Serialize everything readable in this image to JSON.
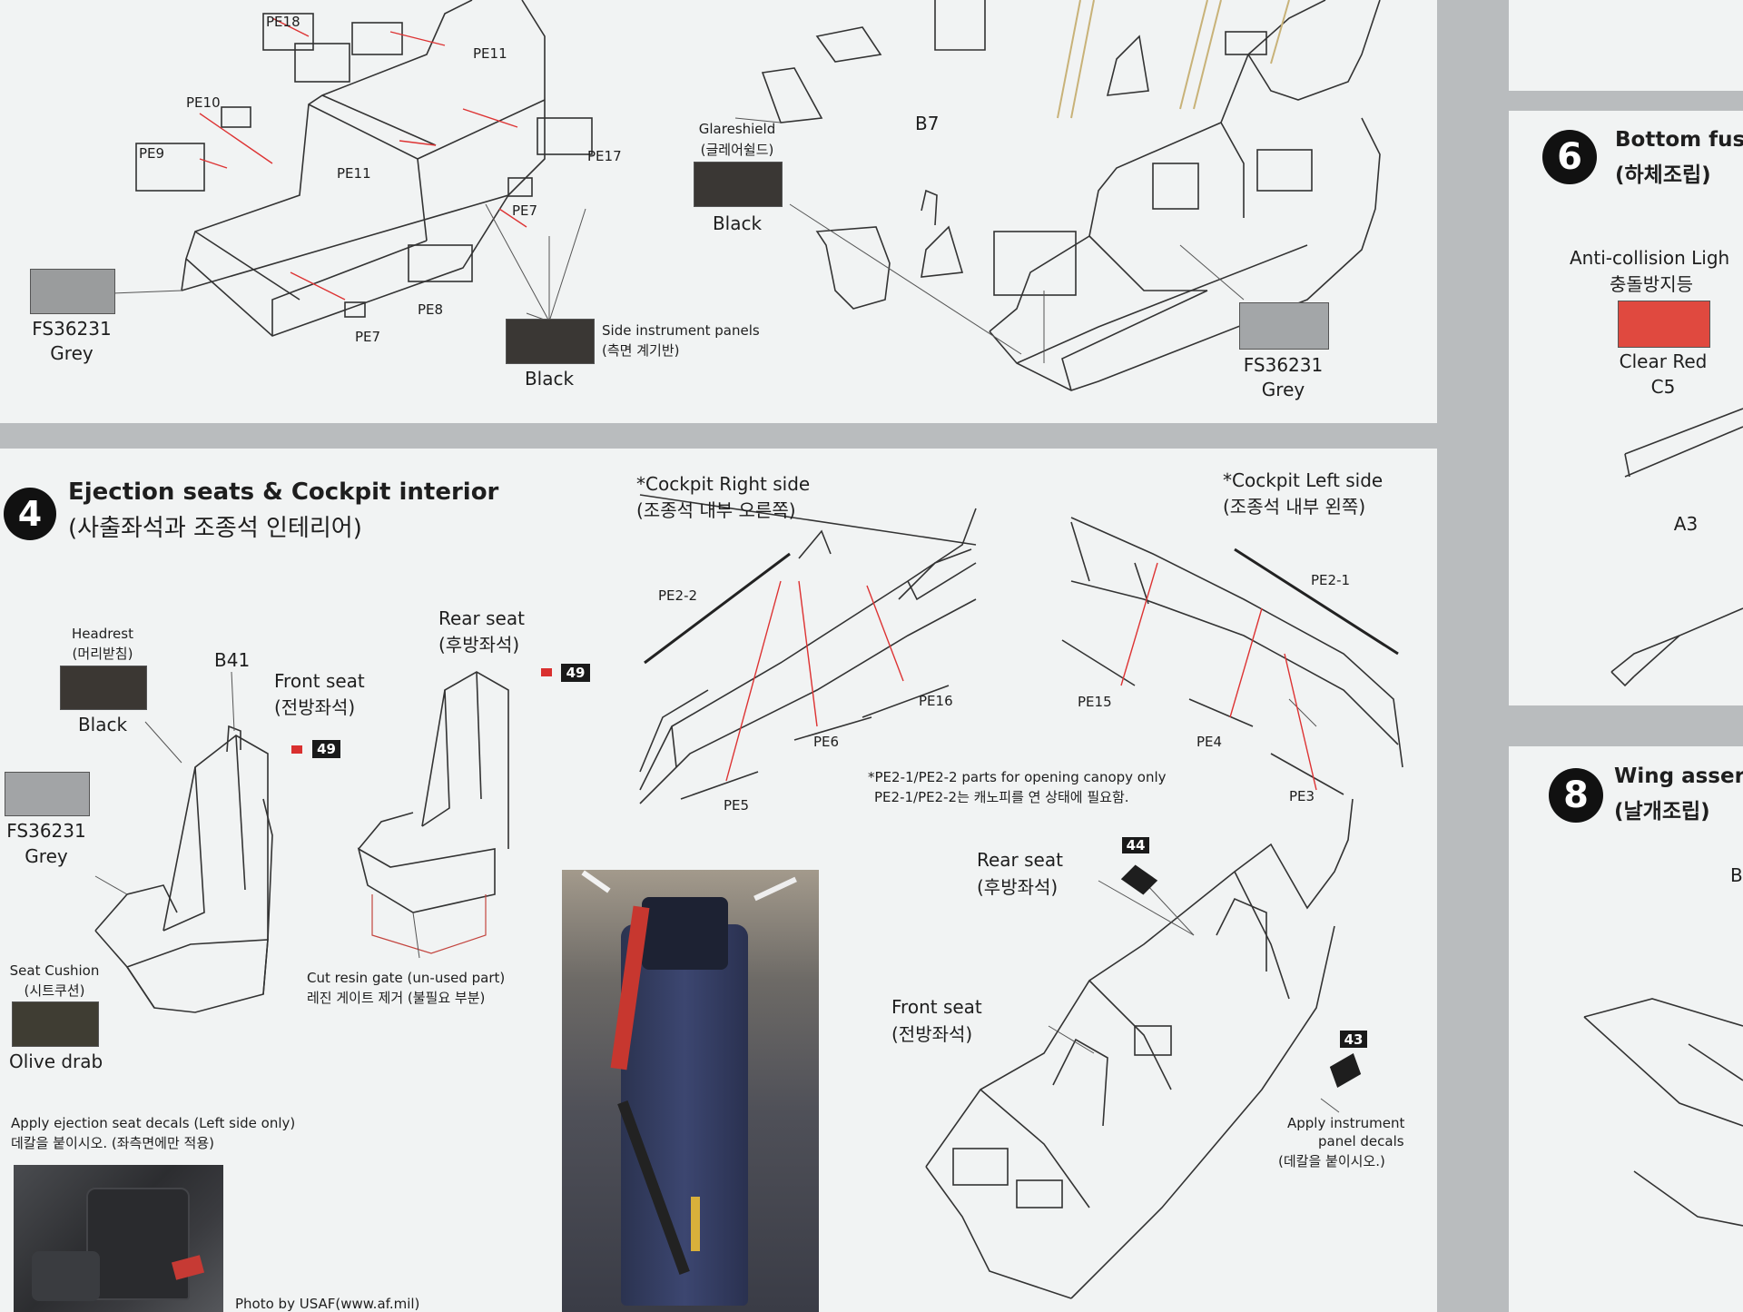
{
  "top_section": {
    "labels": {
      "pe18": "PE18",
      "pe11a": "PE11",
      "pe10": "PE10",
      "pe9": "PE9",
      "pe11b": "PE11",
      "pe17": "PE17",
      "pe7a": "PE7",
      "pe8": "PE8",
      "pe7b": "PE7",
      "b7": "B7"
    },
    "grey_left": {
      "code": "FS36231",
      "name": "Grey",
      "color": "#9a9c9d"
    },
    "glareshield": {
      "title": "Glareshield",
      "title_ko": "(글레어쉴드)",
      "name": "Black",
      "color": "#3a3734"
    },
    "side_panels": {
      "title": "Side instrument panels",
      "title_ko": "(측면 계기반)",
      "name": "Black",
      "color": "#3a3734"
    },
    "grey_right": {
      "code": "FS36231",
      "name": "Grey",
      "color": "#a3a6a8"
    }
  },
  "step4": {
    "number": "4",
    "title": "Ejection seats & Cockpit interior",
    "title_ko": "(사출좌석과 조종석 인테리어)",
    "headrest": {
      "title": "Headrest",
      "title_ko": "(머리받침)",
      "name": "Black",
      "color": "#3b3733"
    },
    "b41": "B41",
    "front_seat": {
      "title": "Front seat",
      "title_ko": "(전방좌석)"
    },
    "rear_seat": {
      "title": "Rear seat",
      "title_ko": "(후방좌석)"
    },
    "decal_49a": "49",
    "decal_49b": "49",
    "grey": {
      "code": "FS36231",
      "name": "Grey",
      "color": "#a2a4a6"
    },
    "cushion": {
      "title": "Seat Cushion",
      "title_ko": "(시트쿠션)",
      "name": "Olive drab",
      "color": "#3f3d33"
    },
    "resin": {
      "line1": "Cut resin gate (un-used part)",
      "line2": "레진 게이트 제거 (불필요 부분)"
    },
    "apply_seat": {
      "line1": "Apply ejection seat decals (Left side only)",
      "line2": "데칼을 붙이시오. (좌측면에만 적용)"
    },
    "photo_credit": "Photo by USAF(www.af.mil)",
    "right_side": {
      "title": "*Cockpit Right side",
      "title_ko": "(조종석 내부 오른쪽)"
    },
    "left_side": {
      "title": "*Cockpit Left side",
      "title_ko": "(조종석 내부 왼쪽)"
    },
    "pe_labels": {
      "pe2_2": "PE2-2",
      "pe16": "PE16",
      "pe6": "PE6",
      "pe5": "PE5",
      "pe2_1": "PE2-1",
      "pe15": "PE15",
      "pe4": "PE4",
      "pe3": "PE3"
    },
    "canopy_note": {
      "line1": "*PE2-1/PE2-2 parts for opening canopy only",
      "line2": "PE2-1/PE2-2는 캐노피를 연 상태에 필요함."
    },
    "rear_seat2": {
      "title": "Rear seat",
      "title_ko": "(후방좌석)"
    },
    "front_seat2": {
      "title": "Front seat",
      "title_ko": "(전방좌석)"
    },
    "decal_44": "44",
    "decal_43": "43",
    "apply_panel": {
      "line1": "Apply instrument",
      "line2": "panel decals",
      "line3": "(데칼을 붙이시오.)"
    }
  },
  "step6": {
    "number": "6",
    "title": "Bottom fus",
    "title_ko": "(하체조립)",
    "anticollision": {
      "title": "Anti-collision Ligh",
      "title_ko": "충돌방지등",
      "name": "Clear Red",
      "color": "#e0493f"
    },
    "c5": "C5",
    "a3": "A3"
  },
  "step8": {
    "number": "8",
    "title": "Wing asser",
    "title_ko": "(날개조립)",
    "b_label": "B"
  }
}
